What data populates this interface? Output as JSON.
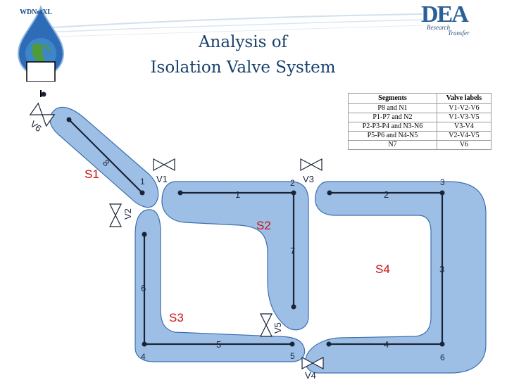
{
  "title": {
    "line1": "Analysis of",
    "line2": "Isolation Valve System"
  },
  "logos": {
    "left": {
      "text": "WDNetXL",
      "icon": "water-drop-globe-logo"
    },
    "right": {
      "big": "DEA",
      "line1": "Research",
      "line2": "Transfer"
    }
  },
  "table": {
    "headers": [
      "Segments",
      "Valve labels"
    ],
    "rows": [
      [
        "P8 and N1",
        "V1-V2-V6"
      ],
      [
        "P1-P7 and N2",
        "V1-V3-V5"
      ],
      [
        "P2-P3-P4 and N3-N6",
        "V3-V4"
      ],
      [
        "P5-P6 and N4-N5",
        "V2-V4-V5"
      ],
      [
        "N7",
        "V6"
      ]
    ]
  },
  "segments": {
    "s1": "S1",
    "s2": "S2",
    "s3": "S3",
    "s4": "S4"
  },
  "valves": {
    "v1": "V1",
    "v2": "V2",
    "v3": "V3",
    "v4": "V4",
    "v5": "V5",
    "v6": "V6"
  },
  "pipes": {
    "p1": "1",
    "p2": "2",
    "p3": "3",
    "p4": "4",
    "p5": "5",
    "p6": "6",
    "p7": "7",
    "p8": "8"
  },
  "nodes": {
    "n1": "1",
    "n2": "2",
    "n3": "3",
    "n4": "4",
    "n5": "5",
    "n6": "6"
  },
  "colors": {
    "segment_fill": "#9dbfe6",
    "segment_stroke": "#3d6fae",
    "label_red": "#cc1111",
    "title": "#17406d"
  }
}
